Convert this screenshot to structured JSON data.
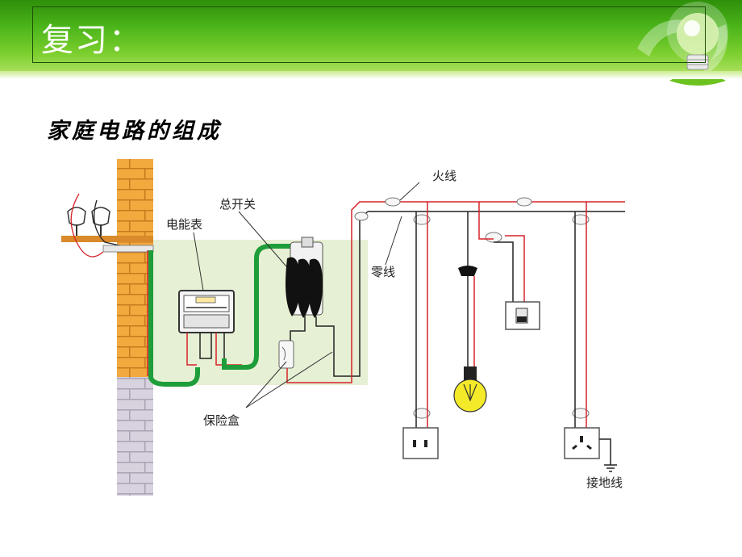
{
  "slide": {
    "title": "复习：",
    "subtitle": "家庭电路的组成"
  },
  "diagram": {
    "labels": {
      "live_wire": "火线",
      "neutral_wire": "零线",
      "main_switch": "总开关",
      "meter": "电能表",
      "fuse_box": "保险盒",
      "ground_wire": "接地线"
    }
  },
  "colors": {
    "header_green": "#4bb51a",
    "wire_red": "#d6232a",
    "wire_black": "#222222",
    "wire_green": "#1e9e3a",
    "panel_bg": "#e6f0d4",
    "brick": "#f0a43c"
  },
  "icons": [
    "lightbulb-logo-icon",
    "electric-meter-icon",
    "main-switch-icon",
    "fuse-icon",
    "lamp-icon",
    "wall-switch-icon",
    "socket-icon",
    "ground-icon"
  ]
}
